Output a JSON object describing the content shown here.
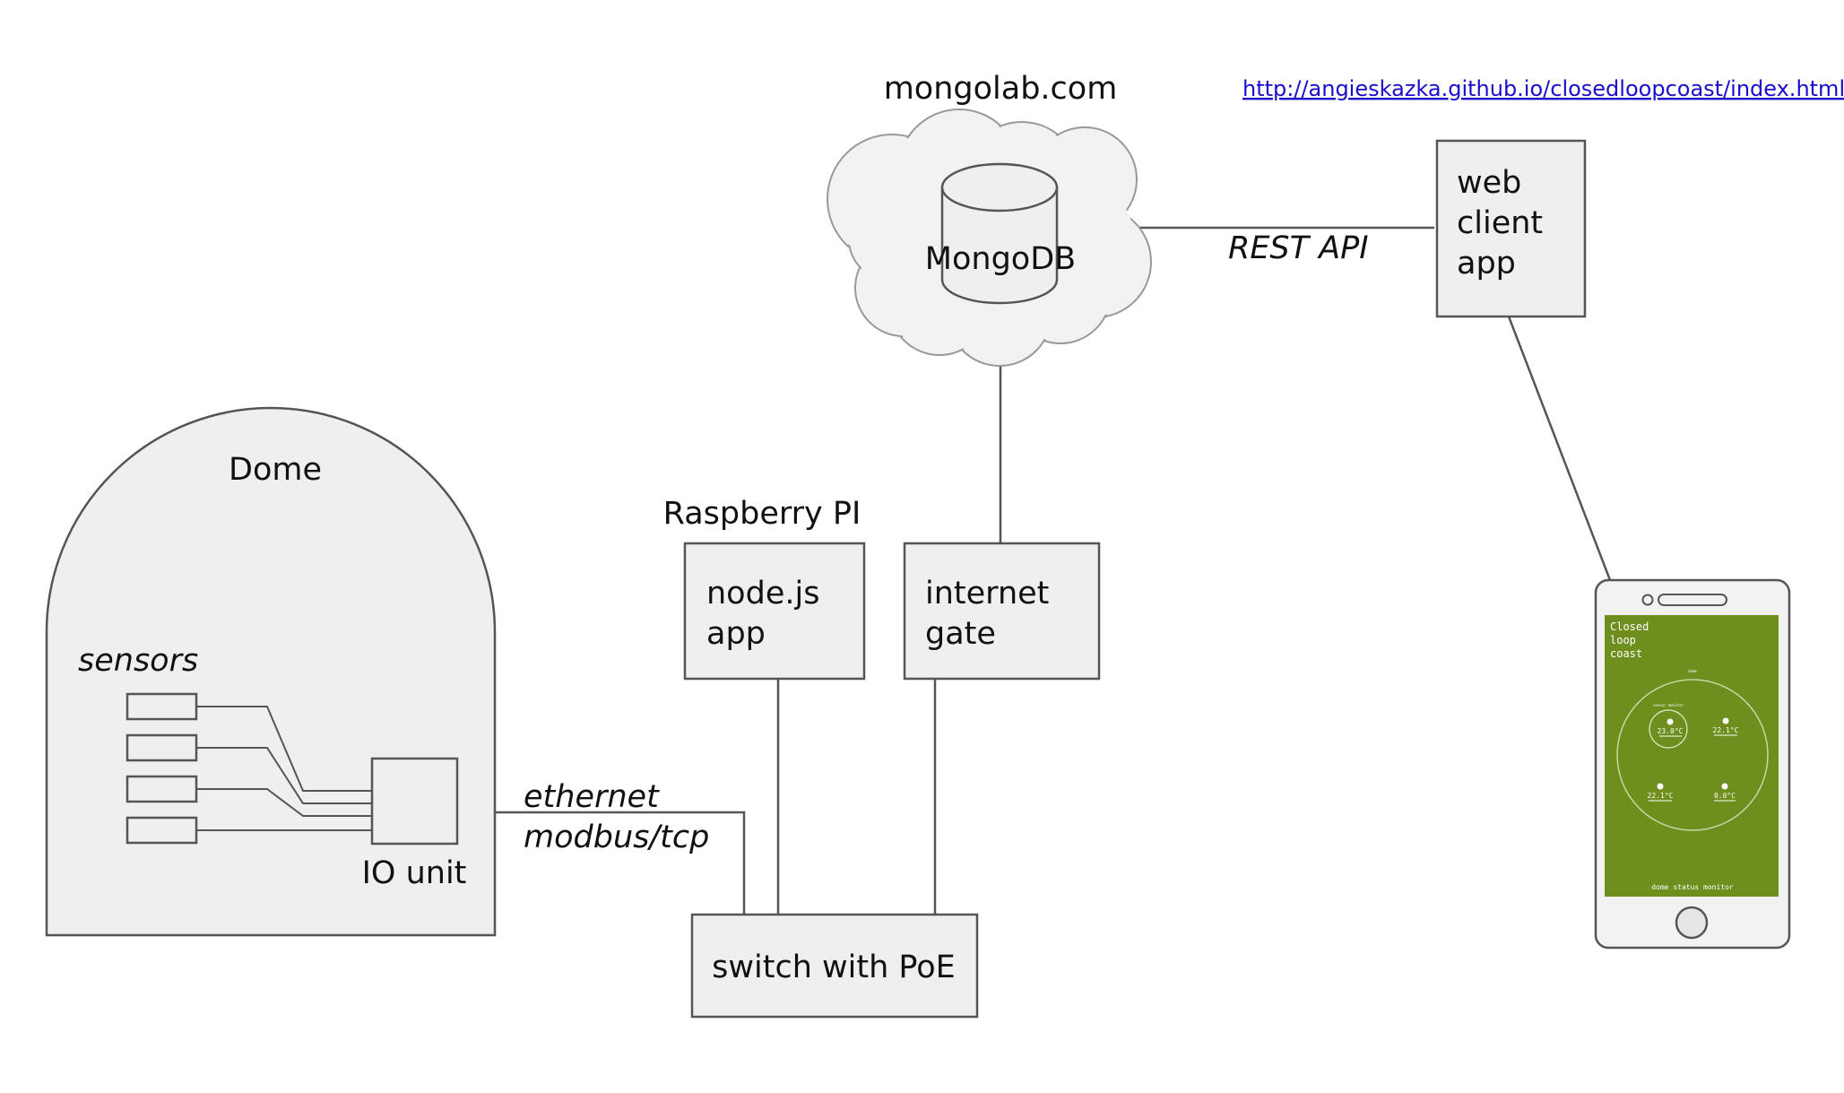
{
  "cloud": {
    "title": "mongolab.com",
    "db_label": "MongoDB"
  },
  "url": "http://angieskazka.github.io/closedloopcoast/index.html",
  "rest_api": "REST API",
  "web_client": {
    "line1": "web",
    "line2": "client",
    "line3": "app"
  },
  "dome": {
    "title": "Dome",
    "sensors_label": "sensors",
    "io_unit": "IO unit"
  },
  "raspberry": {
    "title": "Raspberry PI",
    "node_line1": "node.js",
    "node_line2": "app"
  },
  "internet_gate": {
    "line1": "internet",
    "line2": "gate"
  },
  "ethernet": {
    "line1": "ethernet",
    "line2": "modbus/tcp"
  },
  "switch_label": "switch with PoE",
  "phone": {
    "app_line1": "Closed",
    "app_line2": "loop",
    "app_line3": "coast",
    "screen_bg": "#6e8e1e",
    "ring_label": "dome",
    "inner_label": "sensor monitor",
    "readings": [
      "23.0°C",
      "22.1°C",
      "22.1°C",
      "0.0°C"
    ],
    "footer": "dome status monitor"
  }
}
